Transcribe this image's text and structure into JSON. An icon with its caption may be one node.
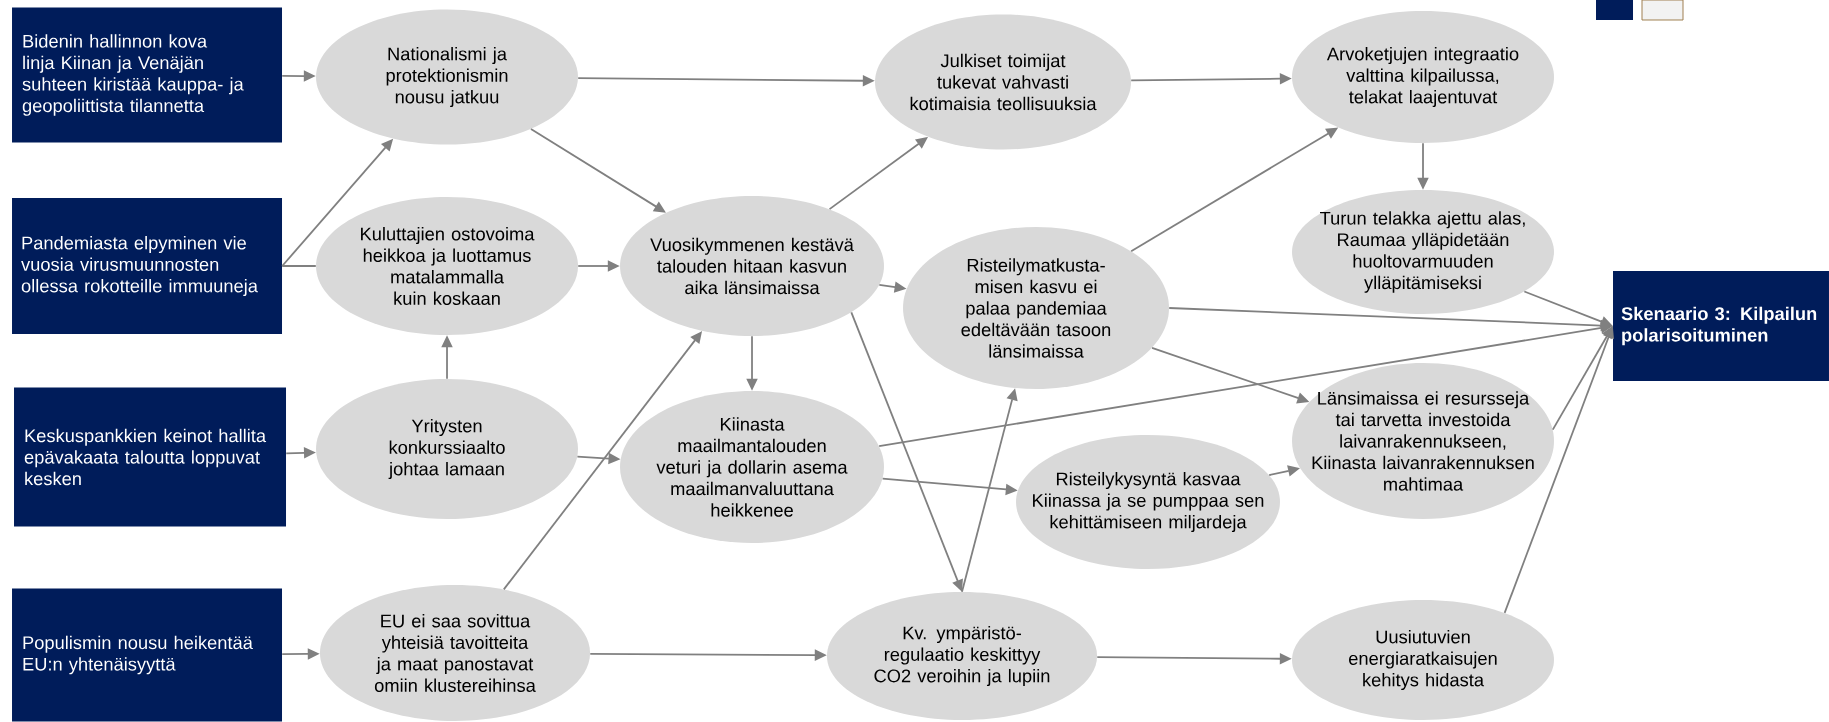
{
  "diagram": {
    "nodes": [
      {
        "text": [
          "Bidenin hallinnon kova linja Kiinan ja Venäjän suhteen kiristää kauppa- ja geopoliittista tilannetta"
        ]
      },
      {
        "text": [
          "Pandemiasta elpyminen vie vuosia virusmuunnosten ollessa rokotteille immuuneja"
        ]
      },
      {
        "text": [
          "Keskuspankkien keinot hallita epävakaata taloutta loppuvat kesken"
        ]
      },
      {
        "text": [
          "Populismin nousu heikentää EU:n yhtenäisyyttä"
        ]
      },
      {
        "text": [
          "Nationalismi ja protektionismin nousu jatkuu"
        ]
      },
      {
        "text": [
          "Kuluttajien ostovoima heikkoa ja luottamus matalammalla kuin koskaan"
        ]
      },
      {
        "text": [
          "Yritysten konkurssiaalto johtaa lamaan"
        ]
      },
      {
        "text": [
          "EU ei saa sovittua yhteisiä tavoitteita ja maat panostavat omiin klustereihinsa"
        ]
      },
      {
        "text": [
          "Julkiset toimijat tukevat vahvasti kotimaisia teollisuuksia"
        ]
      },
      {
        "text": [
          "Vuosikymmenen kestävä talouden hitaan kasvun aika länsimaissa"
        ]
      },
      {
        "text": [
          "Kiinasta maailmantalouden veturi ja dollarin asema maailmanvaluuttana heikkenee"
        ]
      },
      {
        "text": [
          "Risteilymatkusta- misen kasvu ei palaa pandemiaa edeltävään tasoon länsimaissa"
        ]
      },
      {
        "text": [
          "Risteilykysyntä kasvaa Kiinassa ja se pumppaa sen kehittämiseen miljardeja"
        ]
      },
      {
        "text": [
          "Kv. ympäristö- regulaatio keskittyy CO2 veroihin ja lupiin"
        ]
      },
      {
        "text": [
          "Arvoketjujen integraatio valttina kilpailussa, telakat laajentuvat"
        ]
      },
      {
        "text": [
          "Turun telakka ajettu alas, Raumaa ylläpidetään huoltovarmuuden ylläpitämiseksi"
        ]
      },
      {
        "text": [
          "Länsimaissa ei resursseja tai tarvetta investoida laivanrakennukseen, Kiinasta laivanrakennuksen mahtimaa"
        ]
      },
      {
        "text": [
          "Uusiutuvien energiaratkaisujen kehitys hidasta"
        ]
      },
      {
        "text": [
          "Skenaario 3: Kilpailun polarisoituminen"
        ]
      }
    ],
    "edges": [
      {
        "from": 0,
        "to": 4,
        "arrow": "to"
      },
      {
        "from": 1,
        "to": 4,
        "arrow": "to"
      },
      {
        "from": 1,
        "to": 5,
        "arrow": "none"
      },
      {
        "from": 2,
        "to": 6,
        "arrow": "to"
      },
      {
        "from": 3,
        "to": 7,
        "arrow": "to"
      },
      {
        "from": 4,
        "to": 8,
        "arrow": "to"
      },
      {
        "from": 4,
        "to": 9,
        "arrow": "to"
      },
      {
        "from": 5,
        "to": 9,
        "arrow": "to"
      },
      {
        "from": 6,
        "to": 5,
        "arrow": "to"
      },
      {
        "from": 6,
        "to": 10,
        "arrow": "to"
      },
      {
        "from": 7,
        "to": 9,
        "arrow": "to"
      },
      {
        "from": 7,
        "to": 13,
        "arrow": "to"
      },
      {
        "from": 8,
        "to": 14,
        "arrow": "to"
      },
      {
        "from": 9,
        "to": 8,
        "arrow": "to"
      },
      {
        "from": 9,
        "to": 11,
        "arrow": "to"
      },
      {
        "from": 9,
        "to": 10,
        "arrow": "to"
      },
      {
        "from": 9,
        "to": 13,
        "arrow": "to"
      },
      {
        "from": 10,
        "to": 12,
        "arrow": "to"
      },
      {
        "from": 10,
        "to": 18,
        "arrow": "to"
      },
      {
        "from": 11,
        "to": 14,
        "arrow": "to"
      },
      {
        "from": 11,
        "to": 16,
        "arrow": "to"
      },
      {
        "from": 11,
        "to": 18,
        "arrow": "to"
      },
      {
        "from": 12,
        "to": 16,
        "arrow": "to"
      },
      {
        "from": 13,
        "to": 11,
        "arrow": "to"
      },
      {
        "from": 13,
        "to": 17,
        "arrow": "to"
      },
      {
        "from": 14,
        "to": 15,
        "arrow": "to"
      },
      {
        "from": 15,
        "to": 18,
        "arrow": "to"
      },
      {
        "from": 16,
        "to": 18,
        "arrow": "to"
      },
      {
        "from": 17,
        "to": 18,
        "arrow": "to"
      }
    ]
  }
}
